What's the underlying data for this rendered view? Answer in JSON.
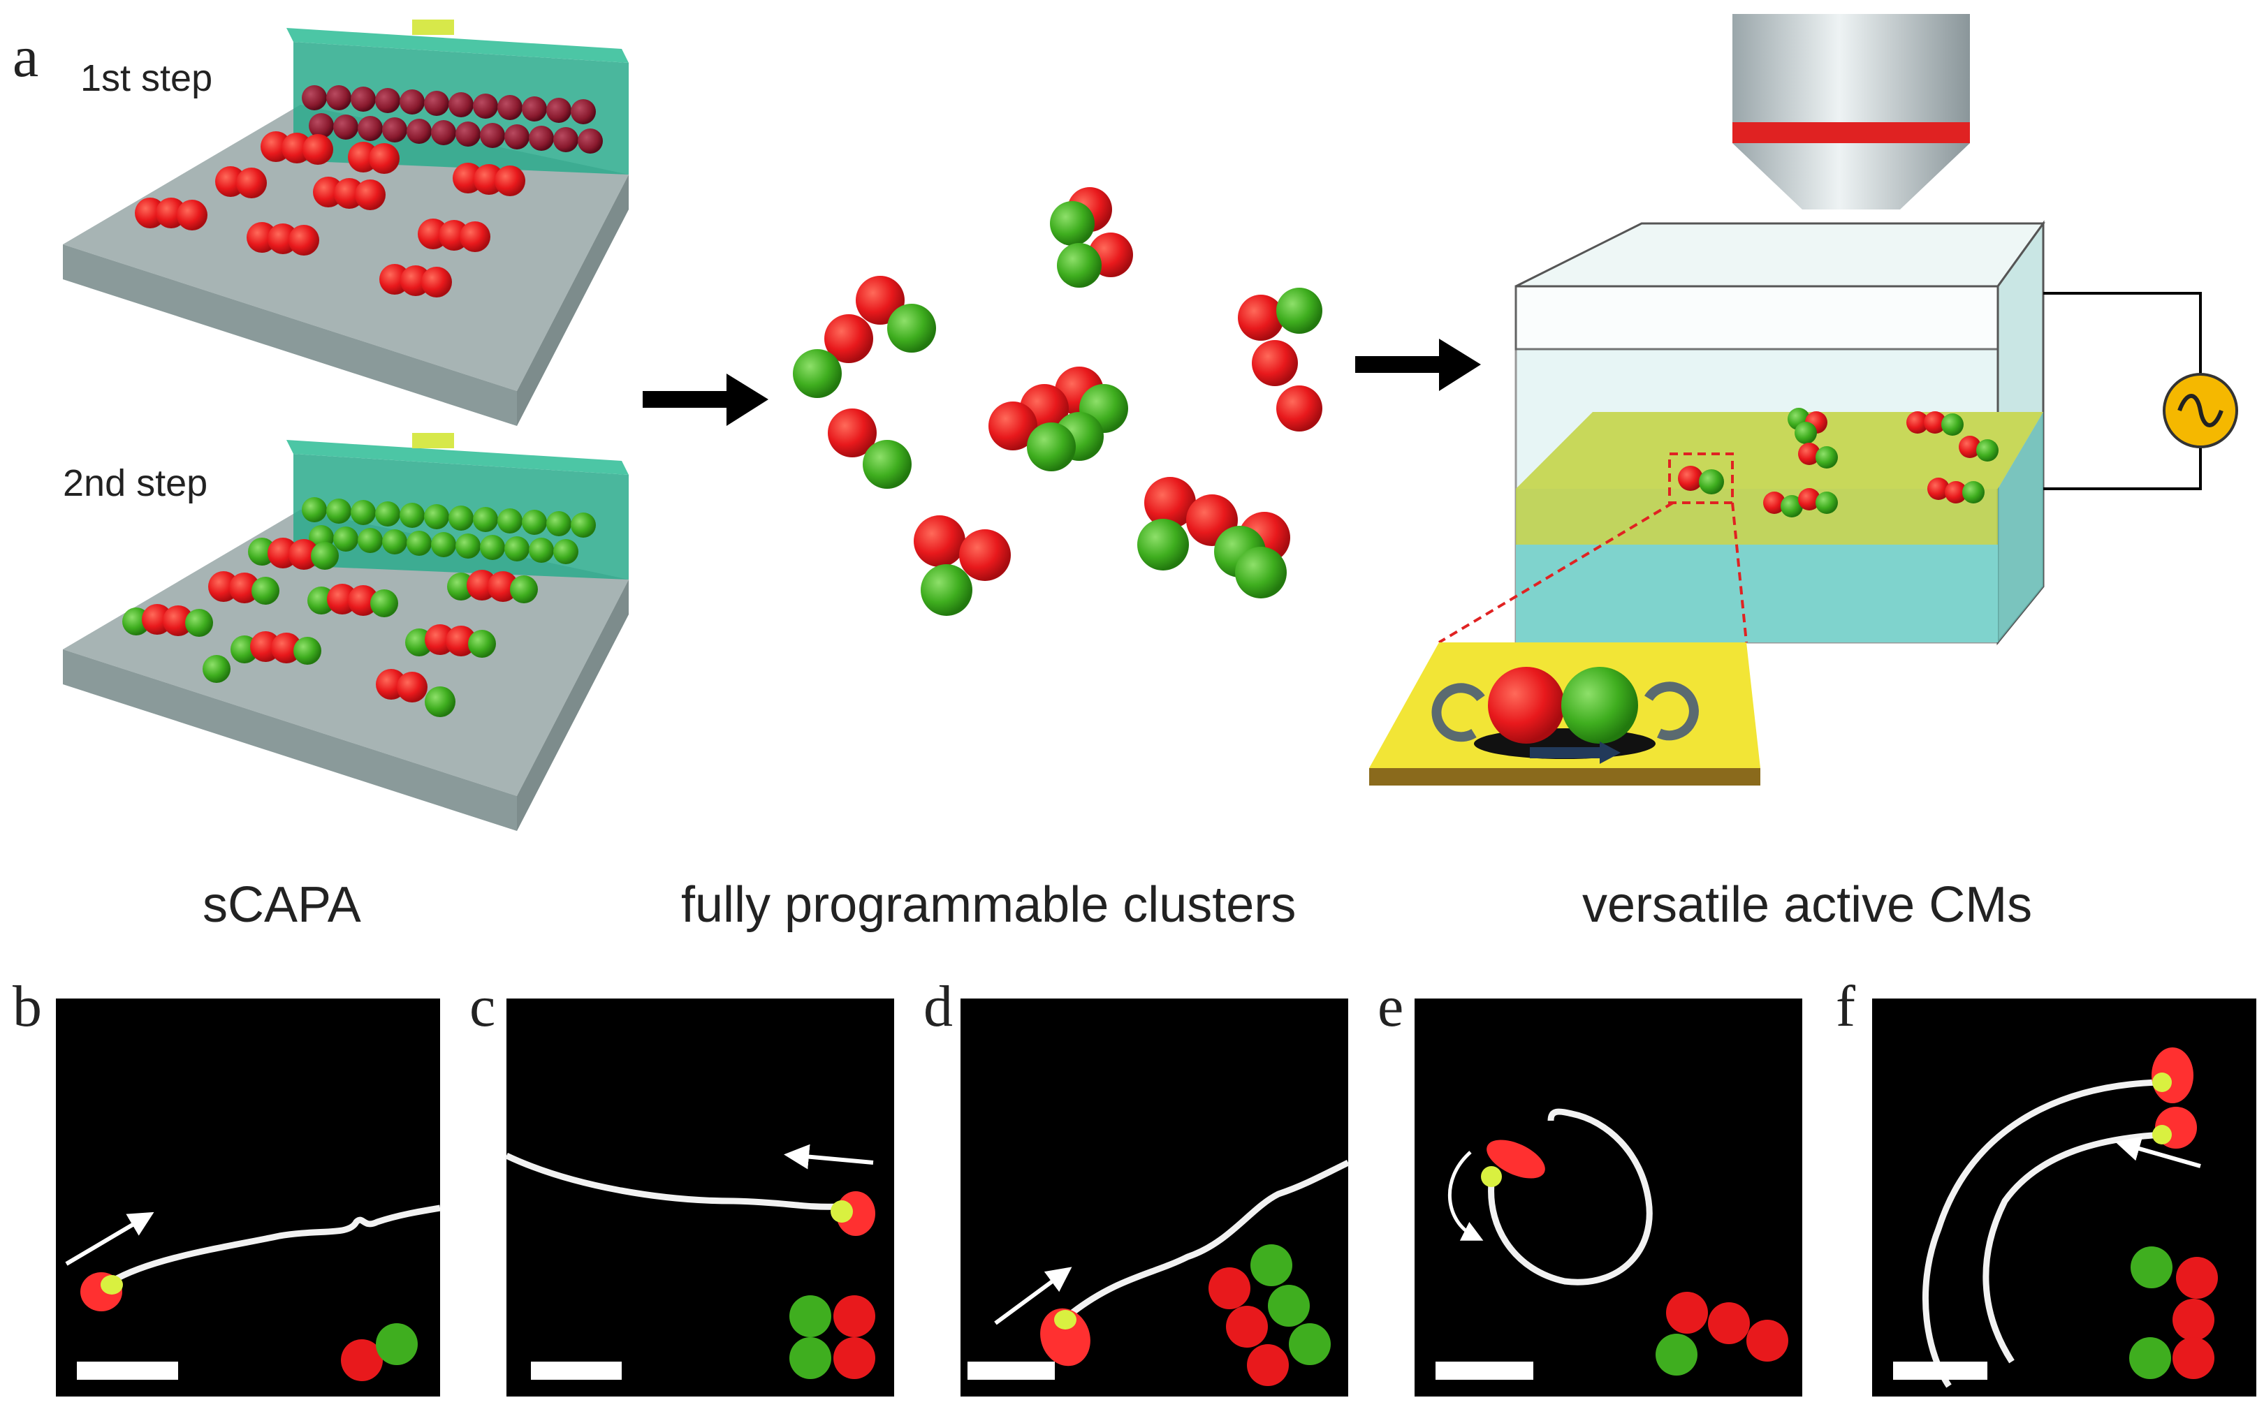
{
  "figure": {
    "panel_letters": [
      "a",
      "b",
      "c",
      "d",
      "e",
      "f"
    ],
    "steps": [
      "1st step",
      "2nd step"
    ],
    "captions": [
      "sCAPA",
      "fully programmable clusters",
      "versatile active CMs"
    ]
  },
  "colors": {
    "red_particle": "#e8191c",
    "green_particle": "#3fae1f",
    "dark_red_particle": "#8a1a2e",
    "template_top": "#2aaa8c",
    "substrate": "#c4cece",
    "chamber_glass": "#d8f0ef",
    "electrode": "#c8d85a",
    "ac_source": "#f5b800",
    "background_micro": "#000000"
  },
  "icons": [
    "right-arrow-icon",
    "ac-source-icon",
    "objective-lens-icon",
    "rotation-arrow-icon"
  ]
}
